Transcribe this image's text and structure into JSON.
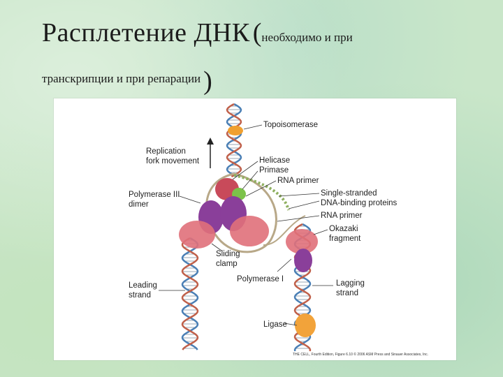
{
  "slide": {
    "title_main": "Расплетение ДНК",
    "title_open_paren": "(",
    "title_small_1": "необходимо и при",
    "title_small_2": "транскрипции и при репарации",
    "title_close_paren": ")"
  },
  "figure": {
    "labels": {
      "topoisomerase": "Topoisomerase",
      "replication_1": "Replication",
      "replication_2": "fork movement",
      "helicase": "Helicase",
      "primase": "Primase",
      "rna_primer_1": "RNA primer",
      "single_stranded_1": "Single-stranded",
      "single_stranded_2": "DNA-binding proteins",
      "rna_primer_2": "RNA primer",
      "polymerase3_1": "Polymerase III",
      "polymerase3_2": "dimer",
      "okazaki_1": "Okazaki",
      "okazaki_2": "fragment",
      "sliding_1": "Sliding",
      "sliding_2": "clamp",
      "polymerase1": "Polymerase I",
      "leading_1": "Leading",
      "leading_2": "strand",
      "lagging_1": "Lagging",
      "lagging_2": "strand",
      "ligase": "Ligase"
    },
    "credit": "THE CELL, Fourth Edition, Figure 6.10 © 2006 ASM Press and Sinauer Associates, Inc.",
    "colors": {
      "strand_blue": "#4a7fb5",
      "strand_red": "#c0604a",
      "rung": "#9aa7b5",
      "polymerase_pink": "#e0707a",
      "polymerase_purple": "#8a3f9a",
      "helicase_red": "#c84a5a",
      "primase_green": "#7cc24a",
      "topoisomerase_orange": "#f0a030",
      "ssb_green": "#8fb060",
      "ligase_orange": "#f2a33a"
    }
  }
}
